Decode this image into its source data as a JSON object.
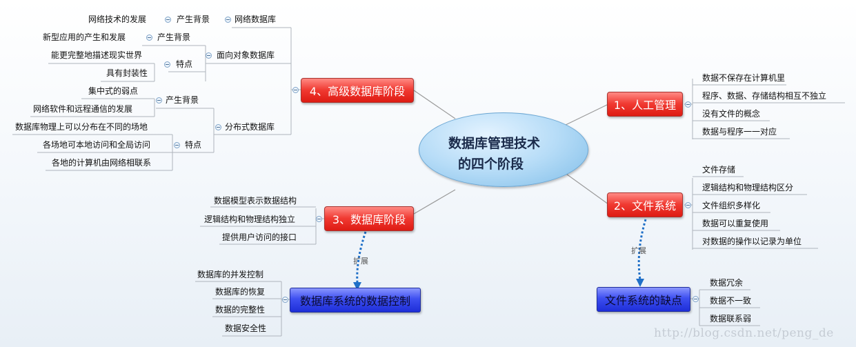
{
  "center": {
    "line1": "数据库管理技术",
    "line2": "的四个阶段"
  },
  "stage1": {
    "title": "1、人工管理",
    "items": [
      "数据不保存在计算机里",
      "程序、数据、存储结构相互不独立",
      "没有文件的概念",
      "数据与程序一一对应"
    ]
  },
  "stage2": {
    "title": "2、文件系统",
    "items": [
      "文件存储",
      "逻辑结构和物理结构区分",
      "文件组织多样化",
      "数据可以重复使用",
      "对数据的操作以记录为单位"
    ],
    "extension_label": "扩展",
    "extension": {
      "title": "文件系统的缺点",
      "items": [
        "数据冗余",
        "数据不一致",
        "数据联系弱"
      ]
    }
  },
  "stage3": {
    "title": "3、数据库阶段",
    "items": [
      "数据模型表示数据结构",
      "逻辑结构和物理结构独立",
      "提供用户访问的接口"
    ],
    "extension_label": "扩展",
    "extension": {
      "title": "数据库系统的数据控制",
      "items": [
        "数据库的并发控制",
        "数据库的恢复",
        "数据的完整性",
        "数据安全性"
      ]
    }
  },
  "stage4": {
    "title": "4、高级数据库阶段",
    "network": {
      "label": "网络数据库",
      "background_label": "产生背景",
      "background_item": "网络技术的发展"
    },
    "oodb": {
      "label": "面向对象数据库",
      "background_label": "产生背景",
      "background_item": "新型应用的产生和发展",
      "features_label": "特点",
      "features": [
        "能更完整地描述现实世界",
        "具有封装性"
      ]
    },
    "distributed": {
      "label": "分布式数据库",
      "background_label": "产生背景",
      "background_items": [
        "集中式的弱点",
        "网络软件和远程通信的发展"
      ],
      "features_label": "特点",
      "features": [
        "数据库物理上可以分布在不同的场地",
        "各场地可本地访问和全局访问",
        "各地的计算机由网络相联系"
      ]
    }
  },
  "watermark": "http://blog.csdn.net/peng_de",
  "colors": {
    "main_node": "#e8251d",
    "ext_node": "#2d3fe6",
    "center": "#9fd0f2",
    "connector": "#999999",
    "ext_arrow": "#1f6fc7"
  }
}
